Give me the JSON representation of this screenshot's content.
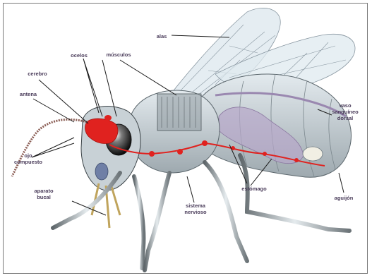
{
  "colors": {
    "label": "#4a3c5a",
    "leader": "#1b1b1b",
    "wing": "#dfe9ef",
    "body": "#c9d3d8",
    "organ_red": "#e0221f",
    "stomach": "#b7a6c9"
  },
  "labels": {
    "alas": "alas",
    "ocelos": "ocelos",
    "musculos": "músculos",
    "cerebro": "cerebro",
    "antena": "antena",
    "ojo_line1": "ojo",
    "ojo_line2": "compuesto",
    "aparato_line1": "aparato",
    "aparato_line2": "bucal",
    "vaso_line1": "vaso",
    "vaso_line2": "sanguíneo",
    "vaso_line3": "dorsal",
    "sistema_line1": "sistema",
    "sistema_line2": "nervioso",
    "estomago": "estómago",
    "aguijon": "aguijón"
  }
}
